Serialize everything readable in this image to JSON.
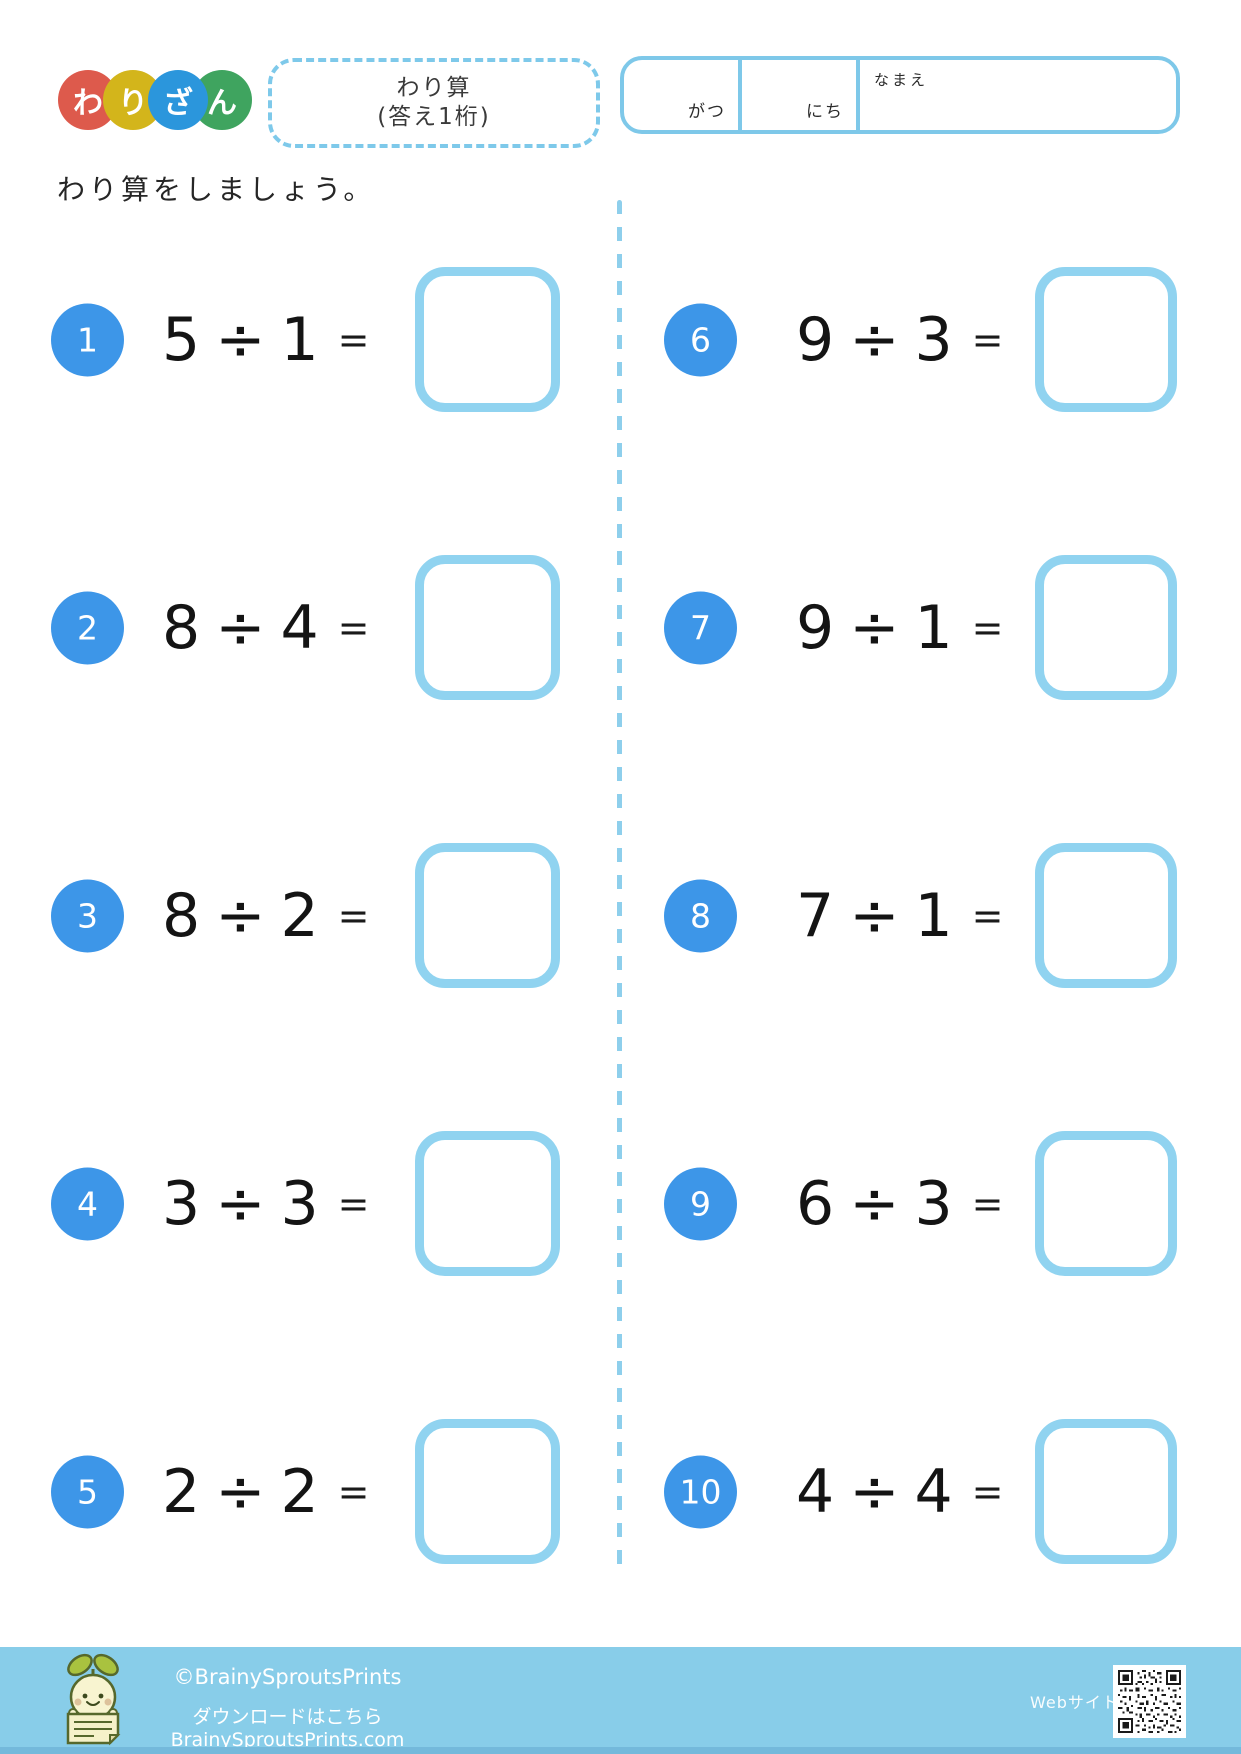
{
  "logo": {
    "chars": [
      {
        "char": "わ",
        "color": "#dd5a4c"
      },
      {
        "char": "り",
        "color": "#d3b51b"
      },
      {
        "char": "ざ",
        "color": "#2b96dc"
      },
      {
        "char": "ん",
        "color": "#3fa45f"
      }
    ]
  },
  "title_box": {
    "line1": "わり算",
    "line2": "(答え1桁)"
  },
  "header_fields": {
    "month_label": "がつ",
    "day_label": "にち",
    "name_label": "なまえ"
  },
  "instruction": "わり算をしましょう。",
  "operators": {
    "divide": "÷",
    "equals": "="
  },
  "problems": {
    "left": [
      {
        "num": "1",
        "dividend": "5",
        "divisor": "1"
      },
      {
        "num": "2",
        "dividend": "8",
        "divisor": "4"
      },
      {
        "num": "3",
        "dividend": "8",
        "divisor": "2"
      },
      {
        "num": "4",
        "dividend": "3",
        "divisor": "3"
      },
      {
        "num": "5",
        "dividend": "2",
        "divisor": "2"
      }
    ],
    "right": [
      {
        "num": "6",
        "dividend": "9",
        "divisor": "3"
      },
      {
        "num": "7",
        "dividend": "9",
        "divisor": "1"
      },
      {
        "num": "8",
        "dividend": "7",
        "divisor": "1"
      },
      {
        "num": "9",
        "dividend": "6",
        "divisor": "3"
      },
      {
        "num": "10",
        "dividend": "4",
        "divisor": "4"
      }
    ]
  },
  "footer": {
    "copyright": "©BrainySproutsPrints",
    "download": "ダウンロードはこちら BrainySproutsPrints.com",
    "website_label": "Webサイト"
  },
  "colors": {
    "badge_blue": "#3d96e8",
    "box_border": "#90d3f0",
    "dashed_blue": "#8ecfec",
    "footer_bg": "#88cde9"
  }
}
